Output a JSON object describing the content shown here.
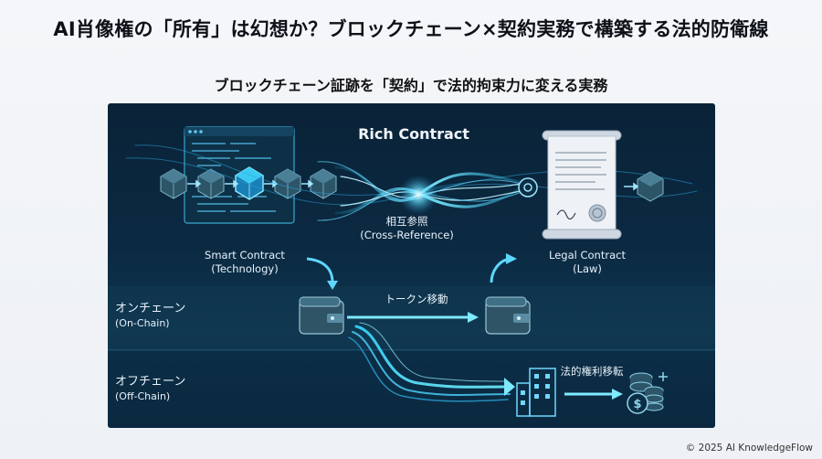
{
  "header": {
    "title": "AI肖像権の「所有」は幻想か？ブロックチェーン×契約実務で構築する法的防衛線",
    "subtitle": "ブロックチェーン証跡を「契約」で法的拘束力に変える実務"
  },
  "diagram": {
    "rich_contract": "Rich Contract",
    "cross_reference_ja": "相互参照",
    "cross_reference_en": "(Cross-Reference)",
    "smart_contract": "Smart Contract",
    "smart_contract_sub": "(Technology)",
    "legal_contract": "Legal Contract",
    "legal_contract_sub": "(Law)",
    "on_chain_ja": "オンチェーン",
    "on_chain_en": "(On-Chain)",
    "off_chain_ja": "オフチェーン",
    "off_chain_en": "(Off-Chain)",
    "token_transfer": "トークン移動",
    "rights_transfer": "法的権利移転"
  },
  "colors": {
    "accent": "#36d6ff",
    "panel_bg": "#0b2a42",
    "cube": "#3a6b80"
  },
  "footer": {
    "copyright": "© 2025 AI KnowledgeFlow"
  }
}
